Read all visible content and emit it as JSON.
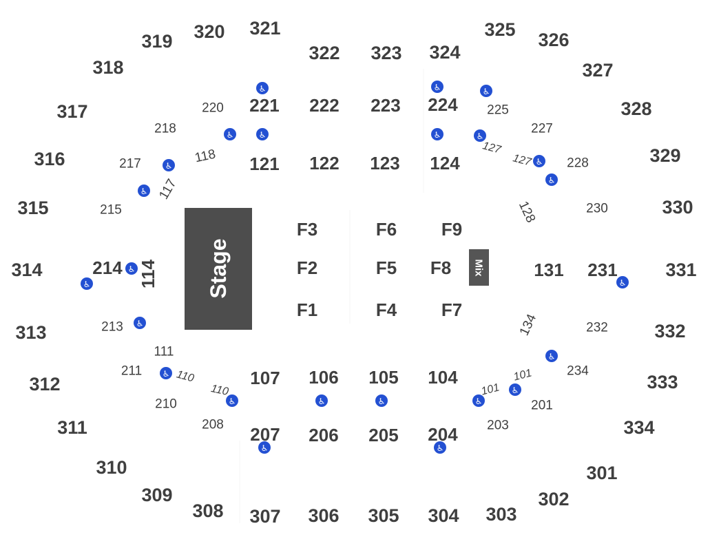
{
  "stage": {
    "label": "Stage"
  },
  "mix": {
    "label": "Mix"
  },
  "floor": {
    "F1": "F1",
    "F2": "F2",
    "F3": "F3",
    "F4": "F4",
    "F5": "F5",
    "F6": "F6",
    "F7": "F7",
    "F8": "F8",
    "F9": "F9"
  },
  "sections_100": {
    "s101a": "101",
    "s101b": "101",
    "s104": "104",
    "s105": "105",
    "s106": "106",
    "s107": "107",
    "s110a": "110",
    "s110b": "110",
    "s111": "111",
    "s114": "114",
    "s117": "117",
    "s118": "118",
    "s121": "121",
    "s122": "122",
    "s123": "123",
    "s124": "124",
    "s127a": "127",
    "s127b": "127",
    "s128": "128",
    "s131": "131",
    "s134": "134"
  },
  "sections_200": {
    "s201": "201",
    "s203": "203",
    "s204": "204",
    "s205": "205",
    "s206": "206",
    "s207": "207",
    "s208": "208",
    "s210": "210",
    "s211": "211",
    "s213": "213",
    "s214": "214",
    "s215": "215",
    "s217": "217",
    "s218": "218",
    "s220": "220",
    "s221": "221",
    "s222": "222",
    "s223": "223",
    "s224": "224",
    "s225": "225",
    "s227": "227",
    "s228": "228",
    "s230": "230",
    "s231": "231",
    "s232": "232",
    "s234": "234"
  },
  "sections_300": {
    "s301": "301",
    "s302": "302",
    "s303": "303",
    "s304": "304",
    "s305": "305",
    "s306": "306",
    "s307": "307",
    "s308": "308",
    "s309": "309",
    "s310": "310",
    "s311": "311",
    "s312": "312",
    "s313": "313",
    "s314": "314",
    "s315": "315",
    "s316": "316",
    "s317": "317",
    "s318": "318",
    "s319": "319",
    "s320": "320",
    "s321": "321",
    "s322": "322",
    "s323": "323",
    "s324": "324",
    "s325": "325",
    "s326": "326",
    "s327": "327",
    "s328": "328",
    "s329": "329",
    "s330": "330",
    "s331": "331",
    "s332": "332",
    "s333": "333",
    "s334": "334"
  },
  "accessibility_icon": "wheelchair-icon",
  "colors": {
    "section_text": "#3f3f3f",
    "stage_fill": "#4d4d4d",
    "accessible_icon": "#2350d2"
  }
}
